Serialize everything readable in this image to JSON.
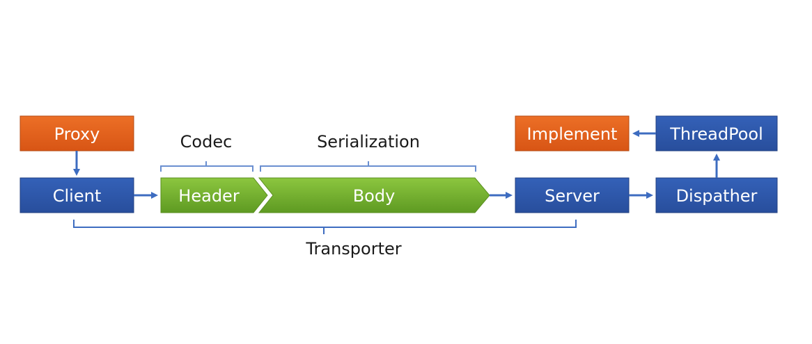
{
  "colors": {
    "blue_box": "#2f56a8",
    "blue_box_border": "#213f80",
    "orange_box": "#e4611c",
    "orange_box_border": "#b44a12",
    "green_box": "#76b12f",
    "green_box_dark": "#5a8f1f",
    "arrow": "#3d6cc0"
  },
  "nodes": {
    "proxy": "Proxy",
    "client": "Client",
    "header": "Header",
    "body": "Body",
    "server": "Server",
    "dispatcher": "Dispather",
    "threadpool": "ThreadPool",
    "implement": "Implement"
  },
  "labels": {
    "codec": "Codec",
    "serialization": "Serialization",
    "transporter": "Transporter"
  }
}
